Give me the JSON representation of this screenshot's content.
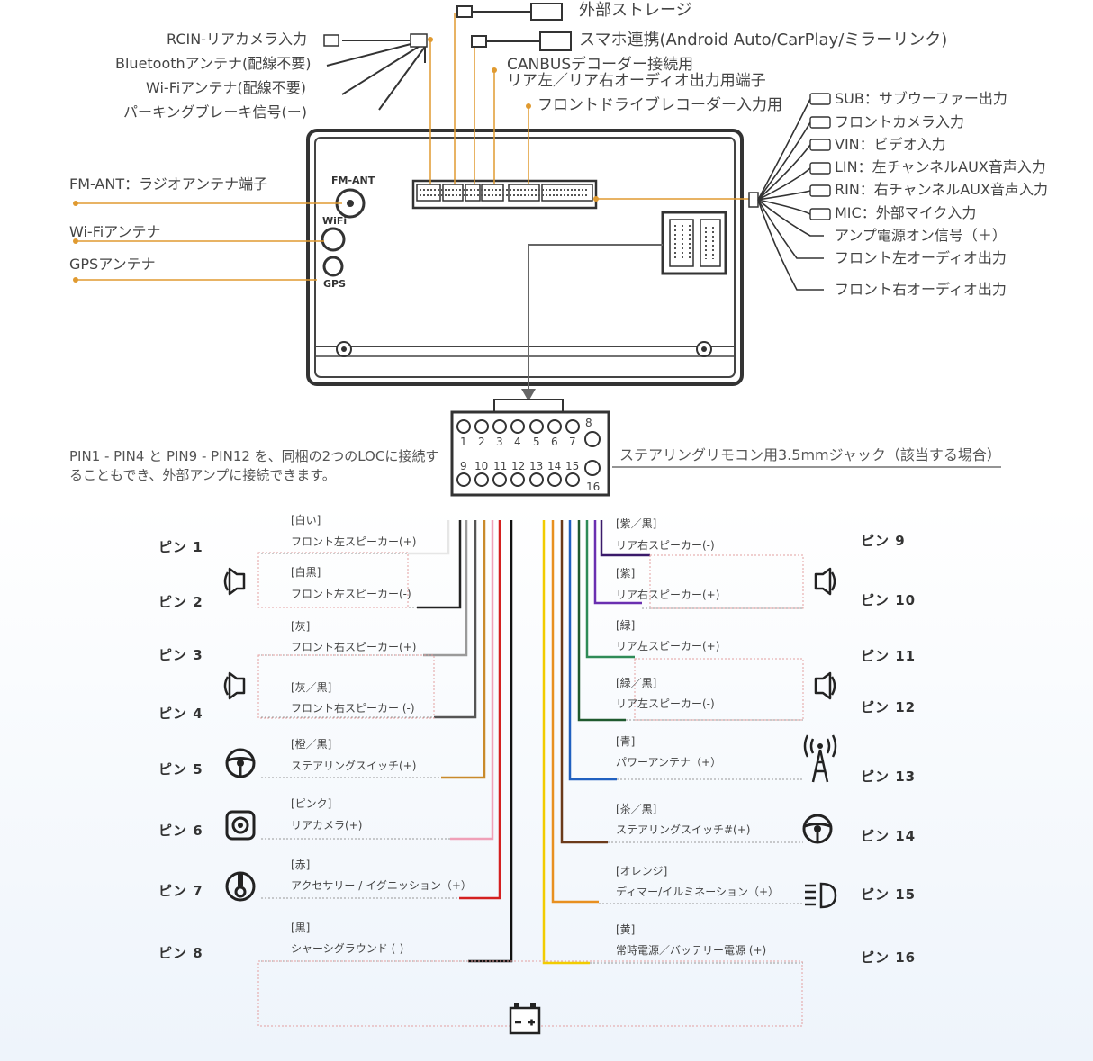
{
  "top_left_labels": {
    "rcin": "RCIN-リアカメラ入力",
    "bluetooth": "Bluetoothアンテナ(配線不要)",
    "wifi_nowire": "Wi-Fiアンテナ(配線不要)",
    "parking": "パーキングブレーキ信号(ー)"
  },
  "top_center_labels": {
    "storage": "外部ストレージ",
    "phone": "スマホ連携(Android Auto/CarPlay/ミラーリンク)",
    "canbus": "CANBUSデコーダー接続用",
    "rear_audio": "リア左／リア右オーディオ出力用端子",
    "front_recorder": "フロントドライブレコーダー入力用"
  },
  "left_side_labels": {
    "fm_ant": "FM-ANT：ラジオアンテナ端子",
    "wifi_ant": "Wi-Fiアンテナ",
    "gps_ant": "GPSアンテナ"
  },
  "device_labels": {
    "fm": "FM-ANT",
    "wifi": "WiFi",
    "gps": "GPS"
  },
  "right_labels": [
    "SUB：サブウーファー出力",
    "フロントカメラ入力",
    "VIN：ビデオ入力",
    "LIN：左チャンネルAUX音声入力",
    "RIN：右チャンネルAUX音声入力",
    "MIC：外部マイク入力",
    "アンプ電源オン信号（＋）",
    "フロント左オーディオ出力",
    "フロント右オーディオ出力"
  ],
  "connector": {
    "top_numbers": [
      "1",
      "2",
      "3",
      "4",
      "5",
      "6",
      "7"
    ],
    "bottom_numbers": [
      "9",
      "10",
      "11",
      "12",
      "13",
      "14",
      "15"
    ],
    "n8": "8",
    "n16": "16"
  },
  "note_left": "PIN1 - PIN4 と PIN9 - PIN12 を、同梱の2つのLOCに接続することもでき、外部アンプに接続できます。",
  "note_right": "ステアリングリモコン用3.5mmジャック（該当する場合）",
  "pins_left": [
    {
      "pin": "ピン 1",
      "color_name": "[白い]",
      "desc": "フロント左スピーカー(+)",
      "color": "#e6e6e6"
    },
    {
      "pin": "ピン 2",
      "color_name": "[白黒]",
      "desc": "フロント左スピーカー(-)",
      "color": "#222222"
    },
    {
      "pin": "ピン 3",
      "color_name": "[灰]",
      "desc": "フロント右スピーカー(+)",
      "color": "#9a9a9a"
    },
    {
      "pin": "ピン 4",
      "color_name": "[灰／黒]",
      "desc": "フロント右スピーカー (-)",
      "color": "#555555"
    },
    {
      "pin": "ピン 5",
      "color_name": "[橙／黒]",
      "desc": "ステアリングスイッチ(+)",
      "color": "#c98a2b"
    },
    {
      "pin": "ピン 6",
      "color_name": "[ピンク]",
      "desc": "リアカメラ(+)",
      "color": "#f0a0b8"
    },
    {
      "pin": "ピン 7",
      "color_name": "[赤]",
      "desc": "アクセサリー / イグニッション（+）",
      "color": "#d42020"
    },
    {
      "pin": "ピン 8",
      "color_name": "[黒]",
      "desc": "シャーシグラウンド (-)",
      "color": "#111111"
    }
  ],
  "pins_right": [
    {
      "pin": "ピン 9",
      "color_name": "[紫／黒]",
      "desc": "リア右スピーカー(-)",
      "color": "#3a1a6a"
    },
    {
      "pin": "ピン 10",
      "color_name": "[紫]",
      "desc": "リア右スピーカー(+)",
      "color": "#6a2fb0"
    },
    {
      "pin": "ピン 11",
      "color_name": "[緑]",
      "desc": "リア左スピーカー(+)",
      "color": "#2e8b57"
    },
    {
      "pin": "ピン 12",
      "color_name": "[緑／黒]",
      "desc": "リア左スピーカー(-)",
      "color": "#1f5a2e"
    },
    {
      "pin": "ピン 13",
      "color_name": "[青]",
      "desc": "パワーアンテナ（+）",
      "color": "#2060c0"
    },
    {
      "pin": "ピン 14",
      "color_name": "[茶／黒]",
      "desc": "ステアリングスイッチ#(+)",
      "color": "#6b3a1a"
    },
    {
      "pin": "ピン 15",
      "color_name": "[オレンジ]",
      "desc": "ディマー/イルミネーション（+）",
      "color": "#e89020"
    },
    {
      "pin": "ピン 16",
      "color_name": "[黄]",
      "desc": "常時電源／バッテリー電源 (+)",
      "color": "#f2cc00"
    }
  ],
  "icons": [
    "speaker-icon",
    "steering-wheel-icon",
    "camera-icon",
    "ignition-key-icon",
    "antenna-icon",
    "headlight-icon",
    "battery-icon"
  ]
}
